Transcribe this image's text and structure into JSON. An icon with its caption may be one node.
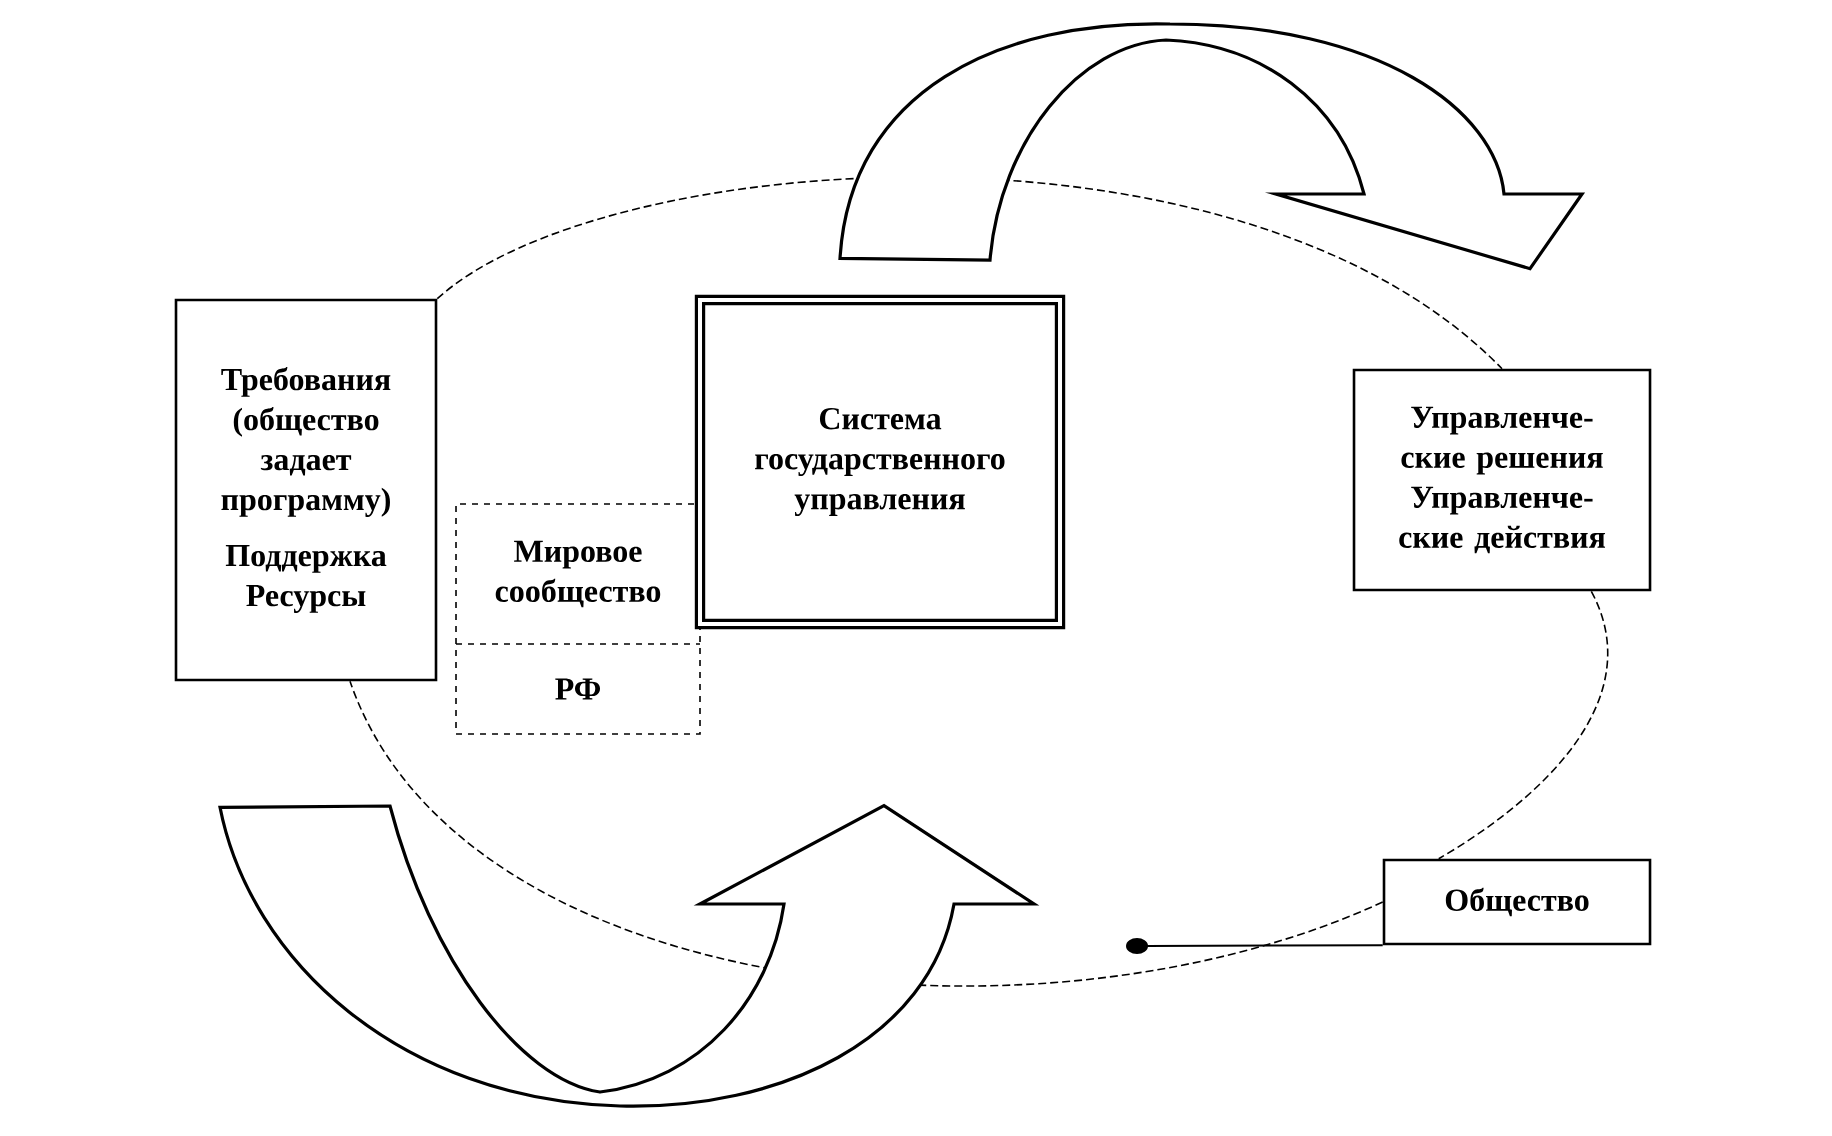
{
  "diagram": {
    "nodes": [
      {
        "text": [
          "Требования (общество задает программу)",
          "Поддержка Ресурсы"
        ]
      },
      {
        "text": [
          "Мировое сообщество",
          "РФ"
        ]
      },
      {
        "text": [
          "Система государственного управления"
        ]
      },
      {
        "text": [
          "Управленче- ские решения",
          "Управленче- ские действия"
        ]
      },
      {
        "text": [
          "Общество"
        ]
      }
    ],
    "edges": [
      {
        "from": 0,
        "to": 3,
        "arrow": "none",
        "style": "dashed"
      },
      {
        "from": 3,
        "to": 4,
        "arrow": "none",
        "style": "dashed"
      },
      {
        "from": 4,
        "to": 0,
        "arrow": "none",
        "style": "dashed"
      },
      {
        "from": 0,
        "to": 2,
        "arrow": "to",
        "style": "thick"
      },
      {
        "from": 2,
        "to": 3,
        "arrow": "to",
        "style": "thick"
      },
      {
        "from": 4,
        "to": null,
        "arrow": "other"
      }
    ]
  }
}
